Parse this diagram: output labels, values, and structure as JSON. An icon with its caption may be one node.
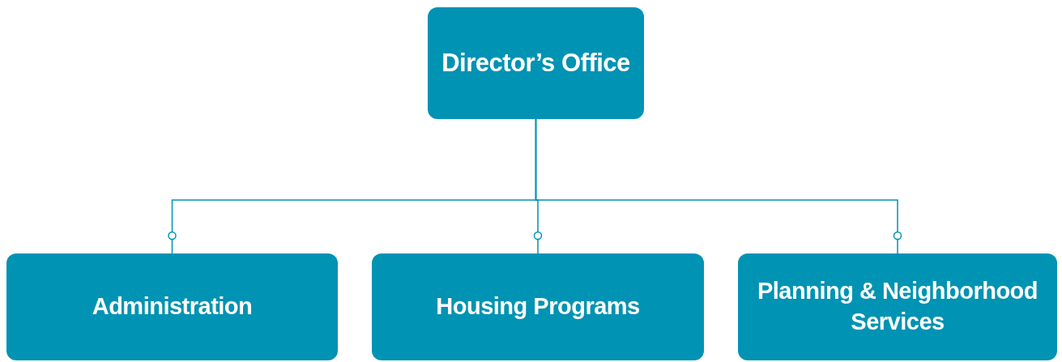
{
  "diagram": {
    "nodes": [
      {
        "text": [
          "Director’s Office"
        ]
      },
      {
        "text": [
          "Administration"
        ]
      },
      {
        "text": [
          "Housing Programs"
        ]
      },
      {
        "text": [
          "Planning & Neighborhood Services"
        ]
      }
    ],
    "edges": [
      {
        "from": 0,
        "to": 1,
        "arrow": "other"
      },
      {
        "from": 0,
        "to": 2,
        "arrow": "other"
      },
      {
        "from": 0,
        "to": 3,
        "arrow": "other"
      }
    ]
  }
}
